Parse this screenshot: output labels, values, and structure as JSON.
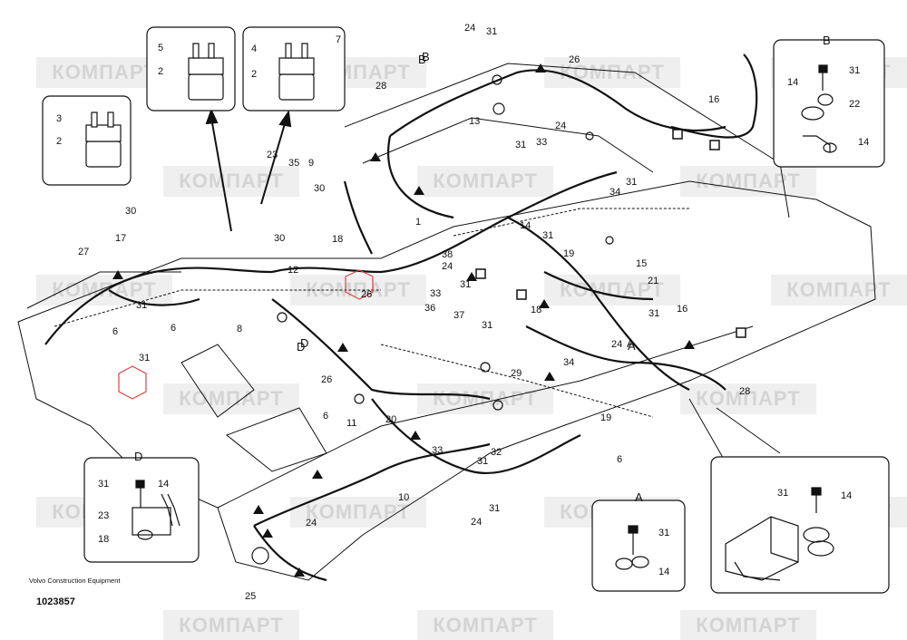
{
  "watermark_text": "КОМПАРТ",
  "footer": {
    "manufacturer": "Volvo Construction Equipment",
    "diagram_number": "1023857"
  },
  "detail_views": {
    "A": {
      "title": "A",
      "callouts": [
        "31",
        "14"
      ]
    },
    "B": {
      "title": "B",
      "callouts": [
        "31",
        "14",
        "22",
        "14"
      ]
    },
    "D": {
      "title": "D",
      "callouts": [
        "31",
        "14",
        "23",
        "18"
      ]
    },
    "relay_1": {
      "callouts": [
        "5",
        "2"
      ]
    },
    "relay_2": {
      "callouts": [
        "4",
        "7",
        "2"
      ]
    },
    "relay_3": {
      "callouts": [
        "3",
        "2"
      ]
    },
    "valve_zoom": {
      "callouts": [
        "31",
        "14"
      ]
    }
  },
  "main_callouts": [
    "24",
    "31",
    "B",
    "26",
    "28",
    "13",
    "31",
    "33",
    "24",
    "16",
    "23",
    "35",
    "9",
    "30",
    "30",
    "1",
    "18",
    "30",
    "12",
    "34",
    "31",
    "14",
    "31",
    "19",
    "15",
    "17",
    "27",
    "38",
    "24",
    "33",
    "31",
    "26",
    "36",
    "37",
    "31",
    "18",
    "31",
    "16",
    "21",
    "24",
    "A",
    "28",
    "8",
    "6",
    "31",
    "6",
    "D",
    "26",
    "31",
    "34",
    "29",
    "11",
    "6",
    "20",
    "19",
    "33",
    "32",
    "31",
    "6",
    "10",
    "24",
    "31",
    "25",
    "24"
  ],
  "marker_letters": [
    "B",
    "D",
    "A"
  ],
  "colors": {
    "line": "#111111",
    "background": "#ffffff",
    "watermark": "#d4d4d4",
    "highlight": "#e04040"
  }
}
